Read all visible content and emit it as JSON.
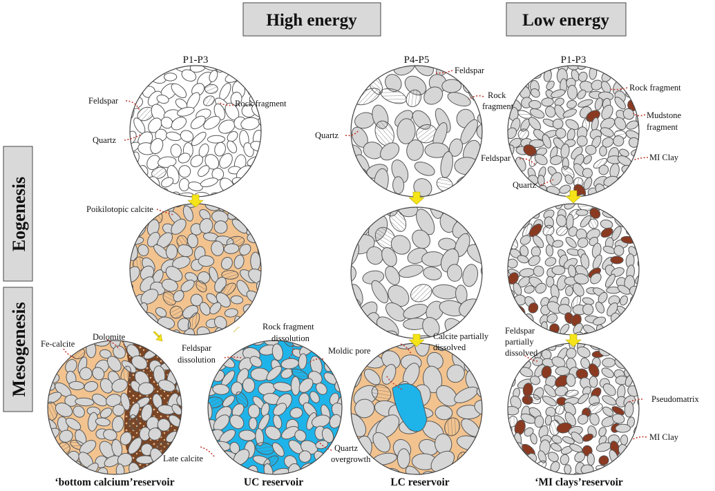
{
  "headers": {
    "high_energy": "High energy",
    "low_energy": "Low energy"
  },
  "stages": {
    "eogenesis": "Eogenesis",
    "mesogenesis": "Mesogenesis"
  },
  "phases": {
    "p1_p3_left": "P1-P3",
    "p4_p5": "P4-P5",
    "p1_p3_right": "P1-P3"
  },
  "labels": {
    "feldspar_a": "Feldspar",
    "rock_fragment_a": "Rock fragment",
    "quartz_a": "Quartz",
    "feldspar_b": "Feldspar",
    "rock_fragment_b1": "Rock",
    "rock_fragment_b2": "fragment",
    "quartz_b": "Quartz",
    "rock_fragment_c": "Rock fragment",
    "mudstone_1": "Mudstone",
    "mudstone_2": "fragment",
    "feldspar_c": "Feldspar",
    "mi_clay_a": "MI Clay",
    "quartz_c": "Quartz",
    "poikilotopic_calcite": "Poikilotopic calcite",
    "dolomite": "Dolomite",
    "fe_calcite": "Fe-calcite",
    "late_calcite": "Late calcite",
    "feldspar_dissolution_1": "Feldspar",
    "feldspar_dissolution_2": "dissolution",
    "rock_fragment_dissolution_1": "Rock fragment",
    "rock_fragment_dissolution_2": "dissolution",
    "moldic_pore": "Moldic pore",
    "quartz_overgrowth_1": "Quartz",
    "quartz_overgrowth_2": "overgrowth",
    "calcite_partially_1": "Calcite partially",
    "calcite_partially_2": "dissolved",
    "feldspar_partially_1": "Feldspar",
    "feldspar_partially_2": "partially",
    "feldspar_partially_3": "dissolved",
    "pseudomatrix": "Pseudomatrix",
    "mi_clay_b": "MI Clay"
  },
  "captions": {
    "bottom_calcium": "‘bottom calcium’reservoir",
    "uc": "UC reservoir",
    "lc": "LC reservoir",
    "mi_clays": "‘MI clays’reservoir"
  },
  "colors": {
    "grain": "#d6d6d6",
    "grain_white": "#ffffff",
    "calcite_cement": "#f2c38f",
    "pore_blue": "#1eb4ea",
    "clay_brown": "#8b3a22",
    "late_calcite": "#6e3a1c",
    "arrow_yellow": "#f5e418",
    "leader_red": "#c0392b",
    "header_box": "#d9d9d9"
  }
}
